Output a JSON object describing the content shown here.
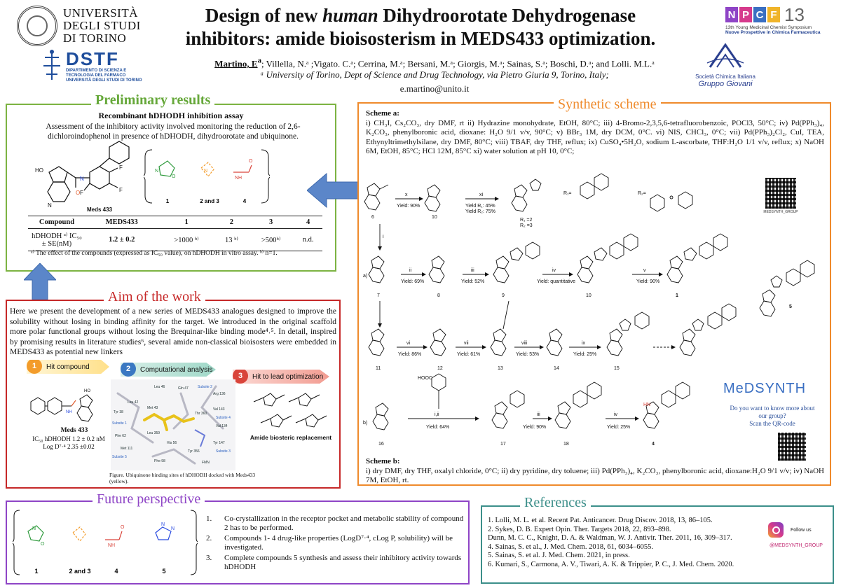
{
  "header": {
    "university": [
      "UNIVERSITÀ",
      "DEGLI STUDI",
      "DI TORINO"
    ],
    "dept_logo": "DSTF",
    "dept_name": [
      "DIPARTIMENTO DI SCIENZA E",
      "TECNOLOGIA DEL FARMACO",
      "UNIVERSITÀ DEGLI STUDI DI TORINO"
    ],
    "title_line1_a": "Design of new ",
    "title_line1_b": "human",
    "title_line1_c": " Dihydroorotate Dehydrogenase",
    "title_line2": "inhibitors: amide bioisosterism in MEDS433 optimization.",
    "first_author": "Martino, E",
    "authors_rest": "; Villella, N.ᵃ ;Vigato. C.ᵃ; Cerrina, M.ᵃ; Bersani, M.ᵃ; Giorgis, M.ᵃ; Sainas, S.ᵃ; Boschi, D.ᵃ; and Lolli. M.L.ᵃ",
    "affiliation": "ᵃ University of Torino, Dept of Science and Drug Technology, via Pietro Giuria 9, Torino, Italy;",
    "email": "e.martino@unito.it",
    "npcf_letters": [
      "N",
      "P",
      "C",
      "F"
    ],
    "npcf_number": "13",
    "npcf_line1": "13th Young Medicinal Chemist Symposium",
    "npcf_line2": "Nuove Prospettive in Chimica Farmaceutica",
    "sci_line1": "Società Chimica Italiana",
    "sci_line2": "Gruppo Giovani"
  },
  "preliminary": {
    "title": "Preliminary results",
    "assay_title": "Recombinant hDHODH inhibition assay",
    "description": "Assessment of the inhibitory activity involved monitoring the reduction of 2,6-dichloroindophenol in presence of hDHODH, dihydroorotate and ubiquinone.",
    "meds_label": "Meds 433",
    "linker_labels": [
      "1",
      "2 and 3",
      "4"
    ],
    "table_headers": [
      "Compound",
      "MEDS433",
      "1",
      "2",
      "3",
      "4"
    ],
    "row_label": "hDHODH ᵃ⁾ IC₅₀ ± SE(nM)",
    "row_values": [
      "1.2 ± 0.2",
      ">1000 ᵇ⁾",
      "13 ᵇ⁾",
      ">500ᵇ⁾",
      "n.d."
    ],
    "footnote": "ᵃ⁾ The effect of the compounds (expressed as IC₅₀ value), on hDHODH in vitro assay. ᵇ⁾ n=1."
  },
  "aim": {
    "title": "Aim of the work",
    "text": "Here we present the development of a new series of MEDS433 analogues designed to improve the solubility without losing in binding affinity for the target. We introduced in the original scaffold more polar functional groups without losing the Brequinar-like binding mode⁴˒⁵. In detail, inspired by promising results in literature studies⁶, several amide non-classical bioisosters were embedded in MEDS433 as potential new linkers",
    "steps": [
      {
        "num": "1",
        "label": "Hit compound",
        "color": "#f39c2b"
      },
      {
        "num": "2",
        "label": "Computational analysis",
        "color": "#3a78c2"
      },
      {
        "num": "3",
        "label": "Hit to lead optimization",
        "color": "#d9443a"
      }
    ],
    "meds_name": "Meds 433",
    "meds_ic50": "IC₅₀ hDHODH 1.2 ± 0.2 nM",
    "meds_logd": "Log D⁷·⁴ 2.35 ±0.02",
    "replacement_label": "Amide biosteric replacement",
    "figure_caption": "Figure. Ubiquinone binding sites of hDHODH docked with Meds433 (yellow).",
    "residues": [
      "Leu 42",
      "Leu 46",
      "Tyr 38",
      "Met 43",
      "Gln 47",
      "Subsite 2",
      "Arg 136",
      "Subsite 1",
      "Phe 62",
      "Leu 359",
      "Val 143",
      "Thr 360",
      "Subsite 4",
      "Val 134",
      "Met 111",
      "Subsite 5",
      "His 56",
      "Phe 98",
      "Tyr 356",
      "Subsite 3",
      "Tyr 147",
      "FMN"
    ]
  },
  "synthetic": {
    "title": "Synthetic scheme",
    "scheme_a_label": "Scheme a:",
    "scheme_a_text": "i) CH₃I, Cs₂CO₃, dry DMF, rt ii) Hydrazine monohydrate, EtOH, 80°C; iii) 4-Bromo-2,3,5,6-tetrafluorobenzoic, POCl3, 50°C; iv) Pd(PPh₃)₄, K₂CO₃, phenylboronic acid, dioxane: H₂O 9/1 v/v, 90°C; v) BBr₃ 1M, dry DCM, 0°C. vi) NIS, CHCl₃, 0°C; vii) Pd(PPh₃)₂Cl₂, CuI, TEA, Ethynyltrimethylsilane, dry DMF, 80°C; viii) TBAF, dry THF, reflux; ix) CuSO₄•5H₂O, sodium L-ascorbate, THF:H₂O 1/1 v/v, reflux; x) NaOH 6M, EtOH, 85°C; HCl 12M, 85°C xi) water solution at pH 10, 0°C;",
    "scheme_b_label": "Scheme b:",
    "scheme_b_text": "i) dry DMF, dry THF, oxalyl chloride, 0°C; ii) dry pyridine, dry toluene; iii) Pd(PPh₃)₄, K₂CO₃, phenylboronic acid, dioxane:H₂O 9/1 v/v; iv) NaOH 7M, EtOH, rt.",
    "compound_numbers": [
      "6",
      "10",
      "7",
      "8",
      "9",
      "10",
      "1",
      "11",
      "12",
      "13",
      "14",
      "15",
      "5",
      "16",
      "17",
      "18",
      "4"
    ],
    "steps": [
      {
        "num": "x",
        "yield": "Yield: 90%"
      },
      {
        "num": "xi",
        "yield": "Yield R₁: 45%",
        "yield2": "Yield R₂: 75%"
      },
      {
        "num": "ii",
        "yield": "Yield: 69%"
      },
      {
        "num": "iii",
        "yield": "Yield: 52%"
      },
      {
        "num": "iv",
        "yield": "Yield: quantitative"
      },
      {
        "num": "v",
        "yield": "Yield: 90%"
      },
      {
        "num": "vi",
        "yield": "Yield: 86%"
      },
      {
        "num": "vii",
        "yield": "Yield: 61%"
      },
      {
        "num": "viii",
        "yield": "Yield: 53%"
      },
      {
        "num": "ix",
        "yield": "Yield: 25%"
      },
      {
        "num": "i,ii",
        "yield": "Yield: 64%"
      },
      {
        "num": "iii",
        "yield": "Yield: 90%"
      },
      {
        "num": "iv",
        "yield": "Yield: 25%"
      }
    ],
    "r_labels": [
      "R₁=",
      "R₂=",
      "R₁ =2",
      "R₂ =3"
    ],
    "row_labels": [
      "a)",
      "b)"
    ],
    "medsynth_name": "MeDSYNTH",
    "medsynth_group": "MEDSYNTH_GROUP",
    "medsynth_q1": "Do you want to know more about",
    "medsynth_q2": "our group?",
    "medsynth_q3": "Scan the QR-code"
  },
  "future": {
    "title": "Future perspective",
    "labels": [
      "1",
      "2 and 3",
      "4",
      "5"
    ],
    "items": [
      "Co-crystallization in the receptor pocket and metabolic stability of compound 2 has to be performed.",
      "Compounds 1- 4 drug-like properties (LogD⁷·⁴, cLog P, solubility) will be investigated.",
      "Complete compounds 5 synthesis and assess their inhibitory activity towards hDHODH"
    ],
    "item_numbers": [
      "1.",
      "2.",
      "3."
    ]
  },
  "references": {
    "title": "References",
    "items": [
      "1. Lolli, M. L. et al. Recent Pat. Anticancer. Drug Discov. 2018, 13, 86–105.",
      "2. Sykes, D. B. Expert Opin. Ther. Targets 2018, 22, 893–898.",
      "Dunn, M. C. C., Knight, D. A. & Waldman, W. J. Antivir. Ther. 2011, 16, 309–317.",
      "4. Sainas, S. et al., J. Med. Chem. 2018, 61, 6034–6055.",
      "5. Sainas, S. et al. J. Med. Chem. 2021, in press.",
      "6. Kumari, S., Carmona, A. V., Tiwari, A. K. & Trippier, P. C., J. Med. Chem. 2020."
    ],
    "follow_label": "Follow us",
    "handle": "@MEDSYNTH_GROUP"
  },
  "colors": {
    "prelim": "#7cb342",
    "aim": "#c62828",
    "synth": "#ef8a2b",
    "future": "#8e44c6",
    "refs": "#3c8f8a",
    "arrow": "#5b86c9",
    "npcf": [
      "#8e44c6",
      "#d63a8c",
      "#3a6fc2",
      "#f0b429"
    ]
  }
}
